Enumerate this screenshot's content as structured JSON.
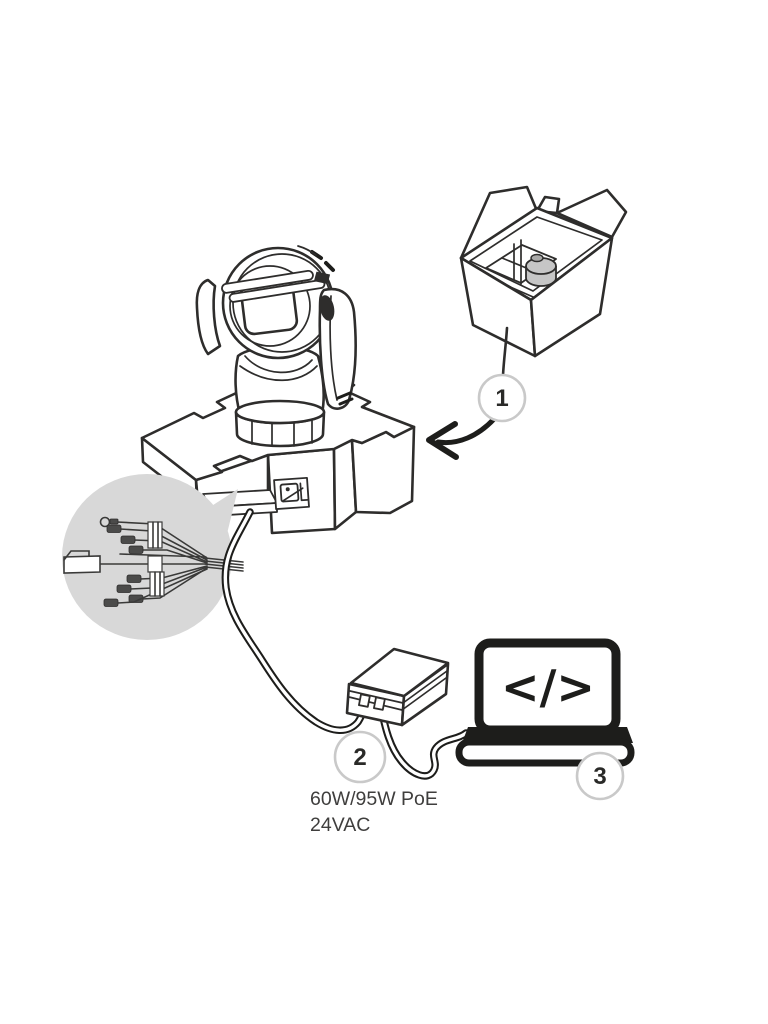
{
  "diagram": {
    "kind": "camera-quick-install-connection-diagram",
    "steps": [
      {
        "number": "1",
        "component": "shipping-box"
      },
      {
        "number": "2",
        "component": "power-supply-midspan"
      },
      {
        "number": "3",
        "component": "configuration-laptop"
      }
    ],
    "labels": {
      "power_line1": "60W/95W PoE",
      "power_line2": "24VAC",
      "laptop_screen_glyph": "</>"
    },
    "icons": [
      "ptz-camera",
      "mount-base",
      "cable-harness-inset",
      "shipping-box",
      "power-supply",
      "laptop",
      "code-glyph",
      "curved-arrow"
    ],
    "colors": {
      "line": "#2e2d2c",
      "bold_line": "#1d1d1b",
      "callout_ring": "#c9c9c9",
      "callout_number": "#2a2a28",
      "inset_background": "#d8d8d8",
      "label_text": "#3f3e3d",
      "packaged_item": "#c6c6c6"
    }
  }
}
